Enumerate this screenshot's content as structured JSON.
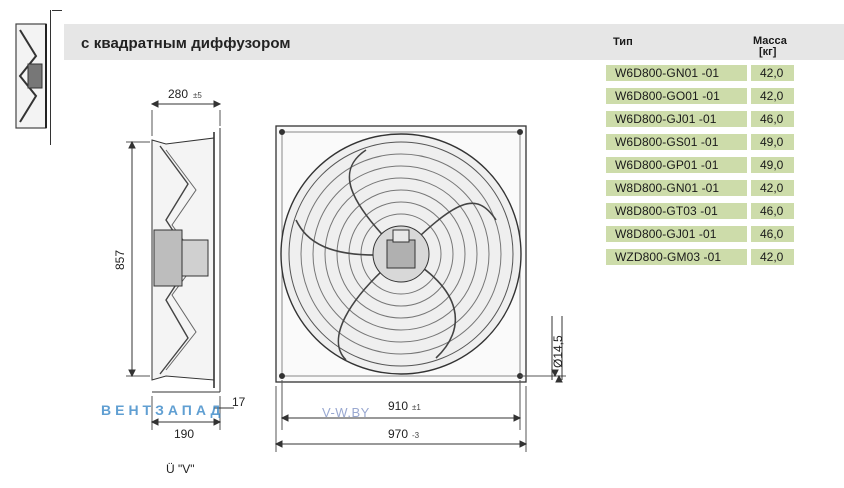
{
  "section": {
    "title": "с квадратным диффузором"
  },
  "table": {
    "type_header": "Тип",
    "mass_header": "Масса",
    "mass_unit": "[кг]",
    "rows": [
      {
        "type": "W6D800-GN01 -01",
        "mass": "42,0"
      },
      {
        "type": "W6D800-GO01 -01",
        "mass": "42,0"
      },
      {
        "type": "W6D800-GJ01 -01",
        "mass": "46,0"
      },
      {
        "type": "W6D800-GS01 -01",
        "mass": "49,0"
      },
      {
        "type": "W6D800-GP01 -01",
        "mass": "49,0"
      },
      {
        "type": "W8D800-GN01 -01",
        "mass": "42,0"
      },
      {
        "type": "W8D800-GT03 -01",
        "mass": "46,0"
      },
      {
        "type": "W8D800-GJ01 -01",
        "mass": "46,0"
      },
      {
        "type": "WZD800-GM03 -01",
        "mass": "42,0"
      }
    ]
  },
  "dimensions": {
    "depth": "280",
    "depth_tol": "±5",
    "height": "857",
    "offset": "17",
    "base_depth": "190",
    "hole_spacing": "910",
    "hole_spacing_tol": "±1",
    "width": "970",
    "width_tol": "-3",
    "hole": "Ø14,5"
  },
  "watermark": {
    "text": "ВЕНТЗАПАД",
    "url": "V-W.BY"
  },
  "view_label": "Ü \"V\"",
  "colors": {
    "row_bg": "#cddcaa",
    "header_bg": "#e6e6e6",
    "watermark": "#2c7fc4"
  }
}
